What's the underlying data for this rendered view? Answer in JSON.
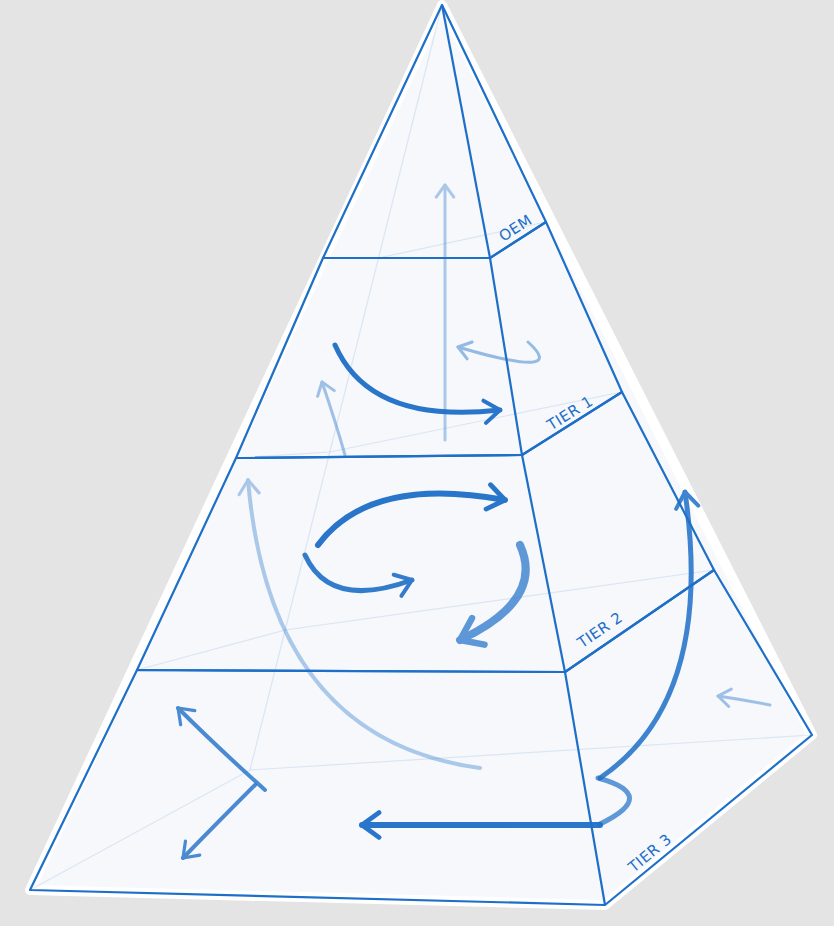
{
  "diagram": {
    "nodes": [
      {
        "text": [
          "OEM"
        ]
      },
      {
        "text": [
          "TIER 1"
        ]
      },
      {
        "text": [
          "TIER 2"
        ]
      },
      {
        "text": [
          "TIER 3"
        ]
      }
    ]
  }
}
